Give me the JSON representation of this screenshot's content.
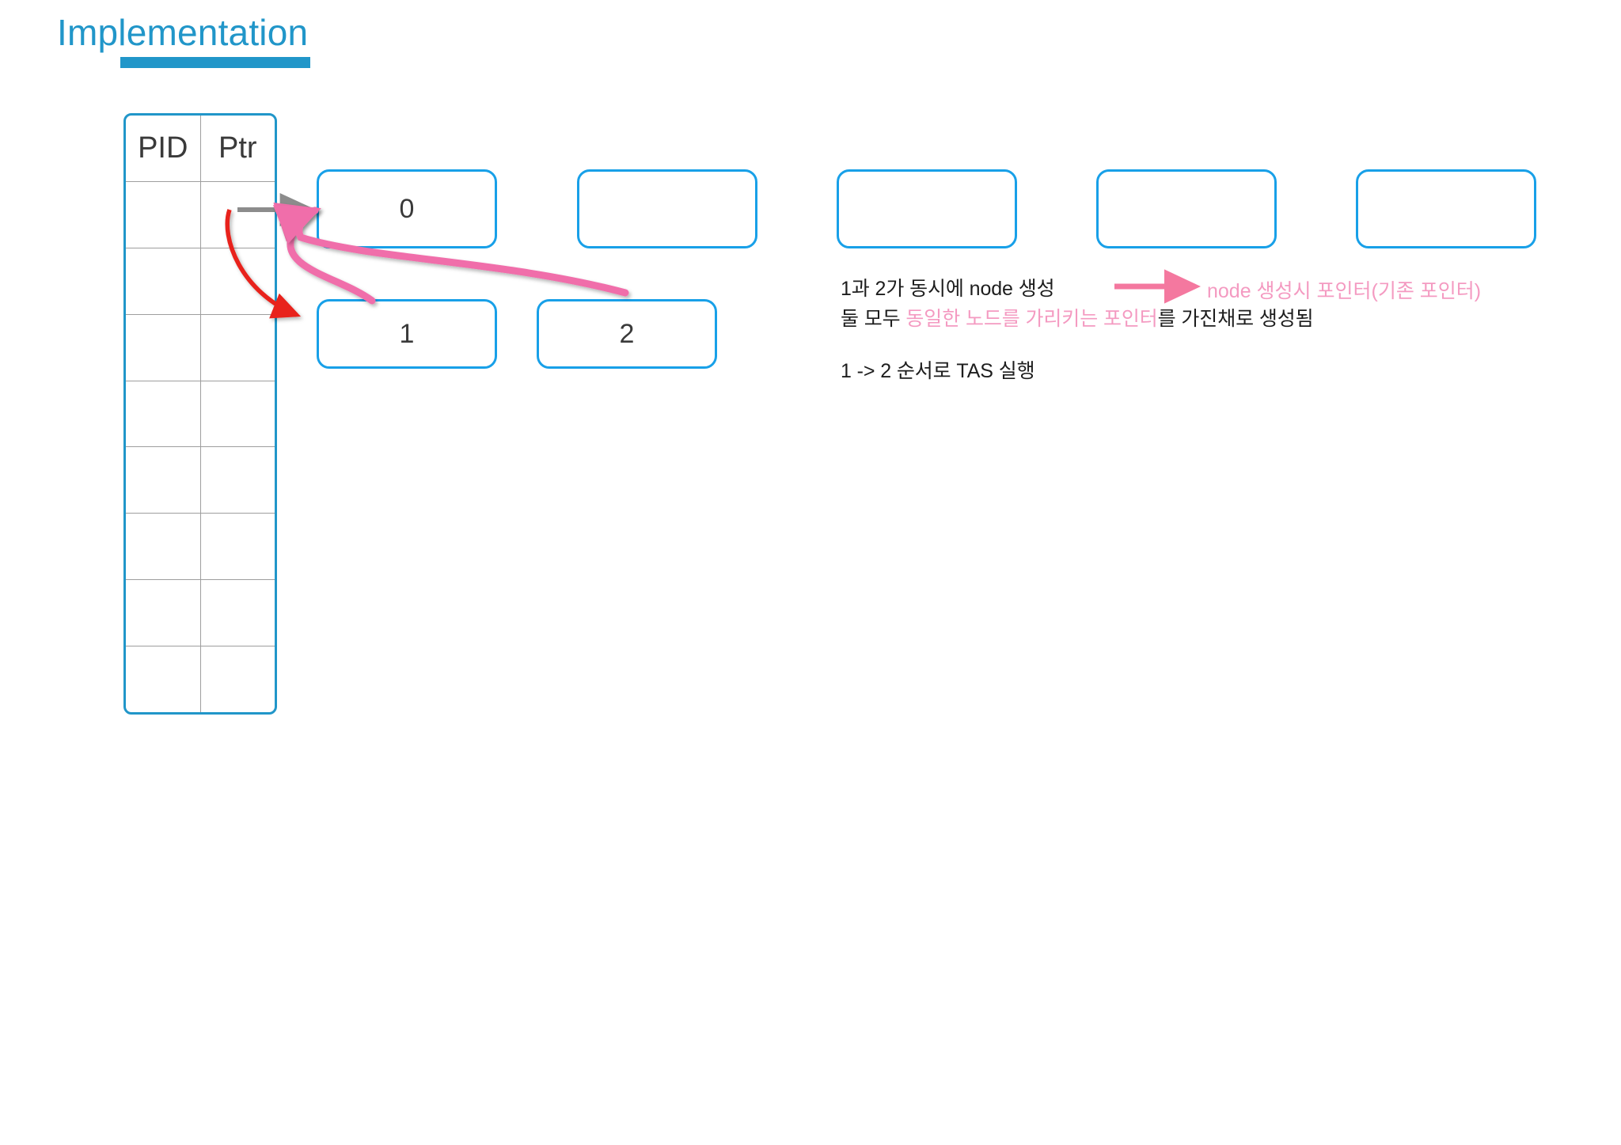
{
  "slide": {
    "title": "Implementation",
    "title_color": "#2196c9",
    "accent_color": "#18a0e8",
    "pink_color": "#f49ac1",
    "red_color": "#e8201a",
    "gray_color": "#8c8c8c"
  },
  "pid_table": {
    "name": "pid-ptr-table",
    "headers": [
      "PID",
      "Ptr"
    ],
    "rows": [
      [
        "",
        ""
      ],
      [
        "",
        ""
      ],
      [
        "",
        ""
      ],
      [
        "",
        ""
      ],
      [
        "",
        ""
      ],
      [
        "",
        ""
      ],
      [
        "",
        ""
      ],
      [
        "",
        ""
      ]
    ]
  },
  "node_list": {
    "top_row": [
      {
        "label": "0"
      },
      {
        "label": ""
      },
      {
        "label": ""
      },
      {
        "label": ""
      },
      {
        "label": ""
      }
    ],
    "bottom_row": [
      {
        "label": "1"
      },
      {
        "label": "2"
      }
    ]
  },
  "arrows": {
    "table_to_node0": "gray-arrow",
    "table_to_node1": "red-arrow",
    "node1_to_node0": "pink-curved-arrow",
    "node2_to_node0": "pink-curved-arrow",
    "chain": "black-arrow"
  },
  "annotations": {
    "line1": "1과 2가 동시에 node 생성",
    "line2_prefix": "둘 모두 ",
    "line2_highlight": "동일한 노드를 가리키는 포인터",
    "line2_suffix": "를 가진채로 생성됨",
    "line3": "1 -> 2 순서로 TAS 실행"
  },
  "legend": {
    "arrow_name": "pink-legend-arrow",
    "label": "node 생성시 포인터(기존 포인터)"
  }
}
